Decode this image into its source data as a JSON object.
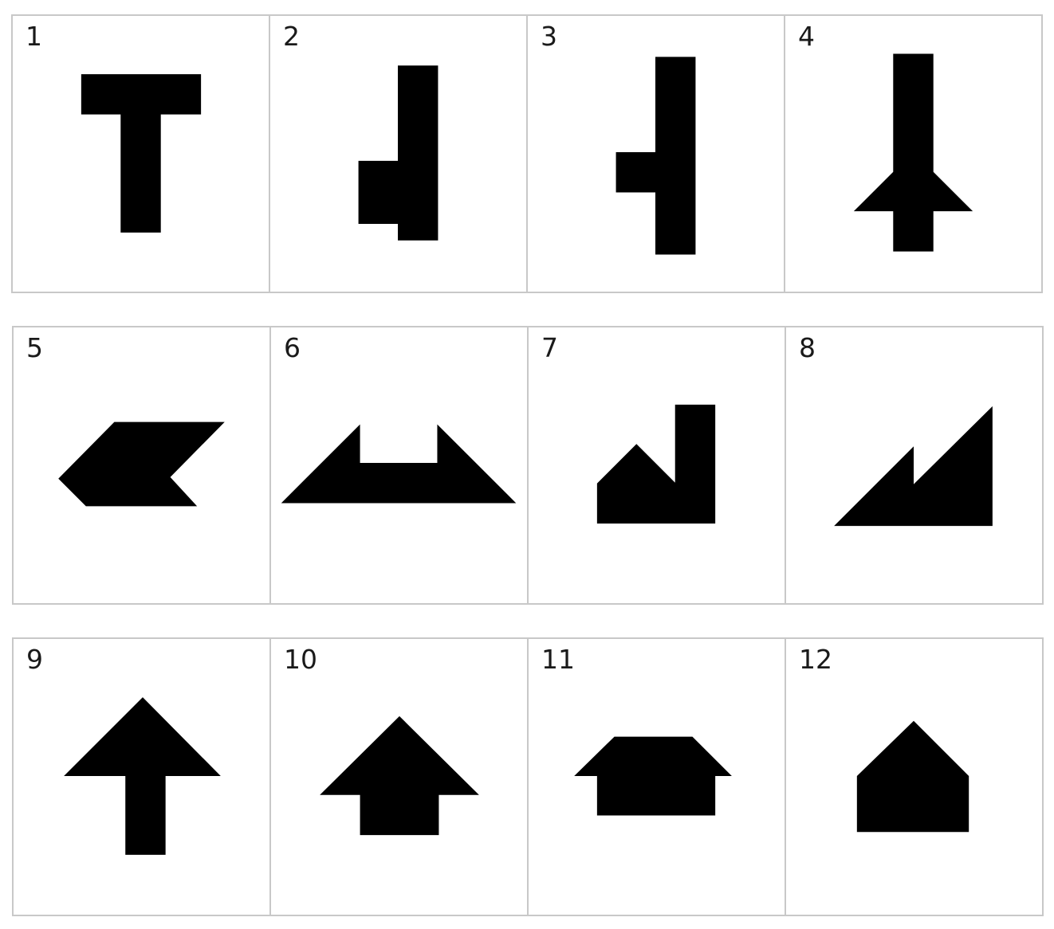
{
  "puzzle": {
    "colors": {
      "shape_fill": "#000000",
      "grid_border": "#c8c8c8",
      "background": "#ffffff",
      "number_text": "#1a1a1a"
    },
    "cells": [
      {
        "number": "1",
        "shape": "t-shape"
      },
      {
        "number": "2",
        "shape": "bar-with-left-block"
      },
      {
        "number": "3",
        "shape": "bar-with-left-tab"
      },
      {
        "number": "4",
        "shape": "sword-shape"
      },
      {
        "number": "5",
        "shape": "arrow-chevron-left"
      },
      {
        "number": "6",
        "shape": "boat-shape"
      },
      {
        "number": "7",
        "shape": "house-with-chimney"
      },
      {
        "number": "8",
        "shape": "double-triangle"
      },
      {
        "number": "9",
        "shape": "arrow-up"
      },
      {
        "number": "10",
        "shape": "house-arrow"
      },
      {
        "number": "11",
        "shape": "hat-shape"
      },
      {
        "number": "12",
        "shape": "house-pentagon"
      }
    ]
  }
}
